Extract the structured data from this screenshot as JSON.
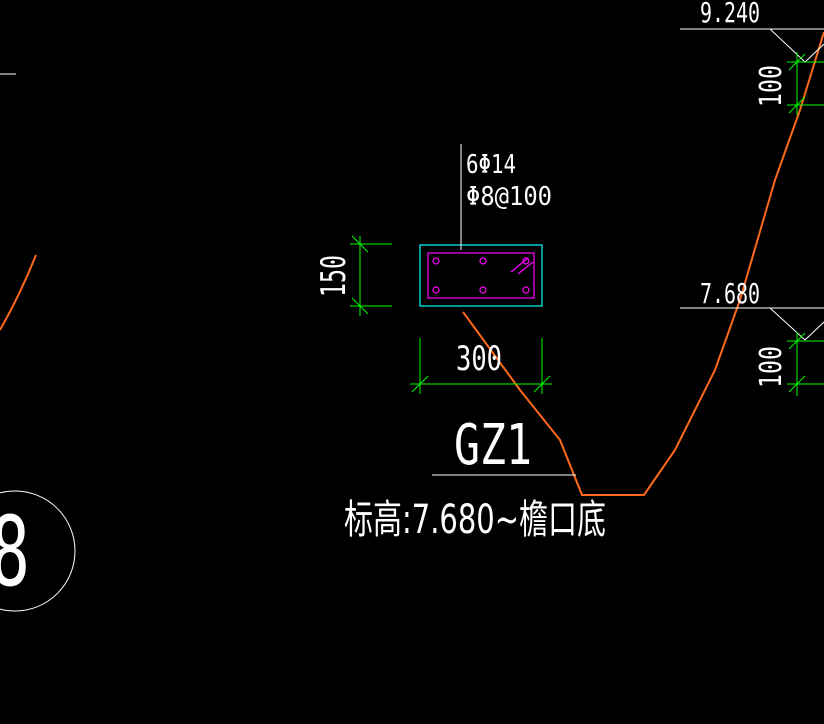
{
  "drawing": {
    "rebar_main": "6Φ14",
    "rebar_stirrup": "Φ8@100",
    "dim_height": "150",
    "dim_width": "300",
    "column_id": "GZ1",
    "elevation_note": "标高:7.680~檐口底",
    "axis_label": "8",
    "elev_top": "9.240",
    "elev_mid": "7.680",
    "dim_right_top": "100",
    "dim_right_mid": "100"
  },
  "colors": {
    "background": "#000000",
    "text": "#ffffff",
    "dimension": "#00ff00",
    "section_outline": "#00ffff",
    "stirrup": "#ff00ff",
    "cloud_line": "#ff6a1a"
  }
}
